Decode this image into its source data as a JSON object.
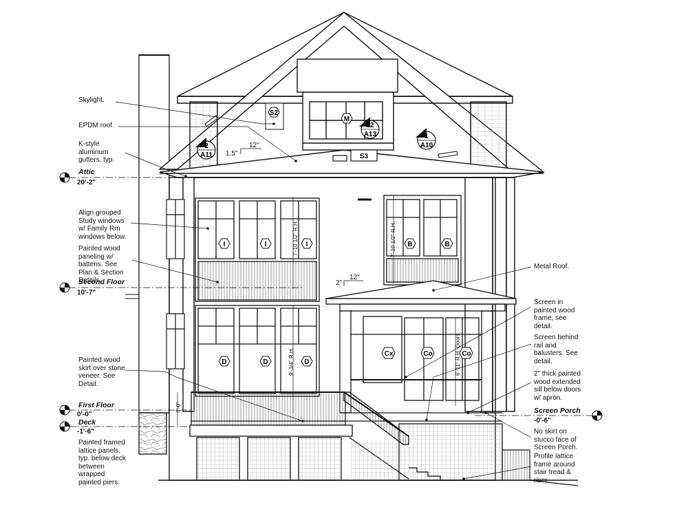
{
  "notes_left": [
    {
      "id": "skylight",
      "text": "Skylight."
    },
    {
      "id": "epdm",
      "text": "EPDM roof."
    },
    {
      "id": "gutters",
      "text": "K-style\naluminum\ngutters, typ."
    },
    {
      "id": "align",
      "text": "Align grouped\nStudy windows\nw/ Family Rm\nwindows below."
    },
    {
      "id": "paneling",
      "text": "Painted wood\npaneling w/\nbattens. See\nPlan & Section\nDetails."
    },
    {
      "id": "skirt",
      "text": "Painted wood\nskirt over stone\nveneer. See\nDetail."
    },
    {
      "id": "lattice",
      "text": "Painted framed\nlattice panels,\ntyp. below deck\nbetween\nwrapped\npainted piers."
    }
  ],
  "notes_right": [
    {
      "id": "metal",
      "text": "Metal Roof."
    },
    {
      "id": "screen_frame",
      "text": "Screen in\npainted wood\nframe, see\ndetail."
    },
    {
      "id": "screen_rail",
      "text": "Screen behind\nrail and\nbalusters. See\ndetail."
    },
    {
      "id": "sill",
      "text": "2\" thick painted\nwood extended\nsill below doors\nw/ apron."
    },
    {
      "id": "noskirt",
      "text": "No skirt on\nstucco face of\nScreen Porch."
    },
    {
      "id": "profile",
      "text": "Profile lattice\nframe around\nstair tread &\nriser."
    }
  ],
  "levels": {
    "attic": {
      "name": "Attic",
      "elev": "20'-2\""
    },
    "second": {
      "name": "Second Floor",
      "elev": "10'-7\""
    },
    "first": {
      "name": "First Floor",
      "elev": "0'-0\""
    },
    "deck": {
      "name": "Deck",
      "elev": "-1'-6\""
    },
    "screen_porch": {
      "name": "Screen Porch",
      "elev": "-0'-6\""
    }
  },
  "section_markers": [
    {
      "num": "2",
      "sheet": "A11"
    },
    {
      "num": "12",
      "sheet": "A13"
    },
    {
      "num": "1",
      "sheet": "A10"
    }
  ],
  "tags": {
    "skylight": "S2",
    "dormer_window": "M",
    "roof_vent": "S3",
    "study_window": "I",
    "family_window": "D",
    "upper_right_window": "B",
    "porch_window": "Cx",
    "porch_door": "Co"
  },
  "pitch_labels": {
    "main_roof_run": "12\"",
    "main_roof_rise": "1.5\"",
    "porch_run": "12\"",
    "porch_rise": "2\""
  },
  "dimension_labels": {
    "study_windows": "7'-10 1/2\" R.H.",
    "upper_right_windows": "7'-10 1/2\" R.H.",
    "family_windows": "9'-3/4\" R.H.",
    "porch_doors": "6'-11\" R.H. Doors",
    "deck_height": "3'-0\""
  }
}
